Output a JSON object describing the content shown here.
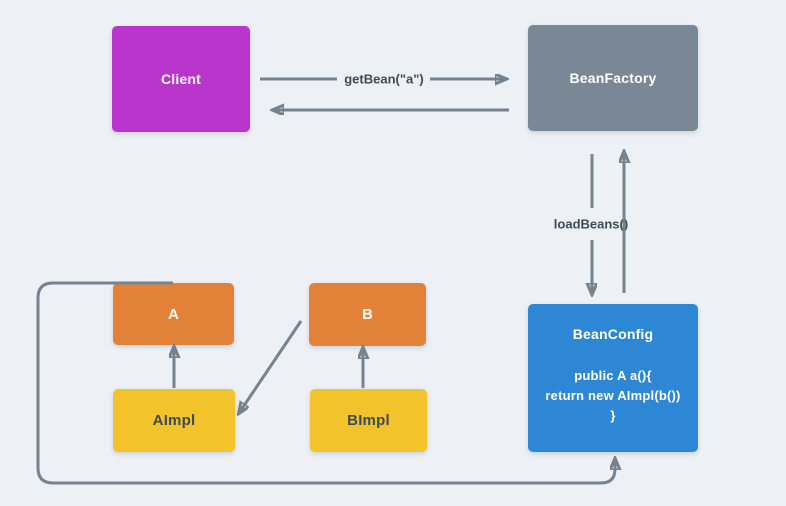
{
  "colors": {
    "background": "#edf1f5",
    "line": "#76828f",
    "label_text": "#3e4a56",
    "node_text_light": "#ffffff",
    "node_text_dark": "#3c4a57"
  },
  "nodes": {
    "client": {
      "label": "Client",
      "color": "#b935cc"
    },
    "beanFactory": {
      "label": "BeanFactory",
      "color": "#7a8795"
    },
    "beanConfig": {
      "label": "BeanConfig",
      "color": "#2e87d5",
      "code": [
        "public A a(){",
        "return new AImpl(b())",
        "}"
      ]
    },
    "a": {
      "label": "A",
      "color": "#e18238"
    },
    "b": {
      "label": "B",
      "color": "#e18238"
    },
    "aImpl": {
      "label": "AImpl",
      "color": "#f3c32c"
    },
    "bImpl": {
      "label": "BImpl",
      "color": "#f3c32c"
    }
  },
  "edges": [
    {
      "name": "getbean-call",
      "from": "Client",
      "to": "BeanFactory",
      "label": "getBean(\"a\")"
    },
    {
      "name": "getbean-return",
      "from": "BeanFactory",
      "to": "Client",
      "label": ""
    },
    {
      "name": "loadbeans-call",
      "from": "BeanFactory",
      "to": "BeanConfig",
      "label": "loadBeans()"
    },
    {
      "name": "loadbeans-return",
      "from": "BeanConfig",
      "to": "BeanFactory",
      "label": ""
    },
    {
      "name": "aimpl-implements-a",
      "from": "AImpl",
      "to": "A",
      "label": ""
    },
    {
      "name": "bimpl-implements-b",
      "from": "BImpl",
      "to": "B",
      "label": ""
    },
    {
      "name": "b-injected-into-aimpl",
      "from": "B",
      "to": "AImpl",
      "label": ""
    },
    {
      "name": "a-loop-to-beanconfig",
      "from": "A",
      "to": "BeanConfig",
      "label": ""
    }
  ]
}
